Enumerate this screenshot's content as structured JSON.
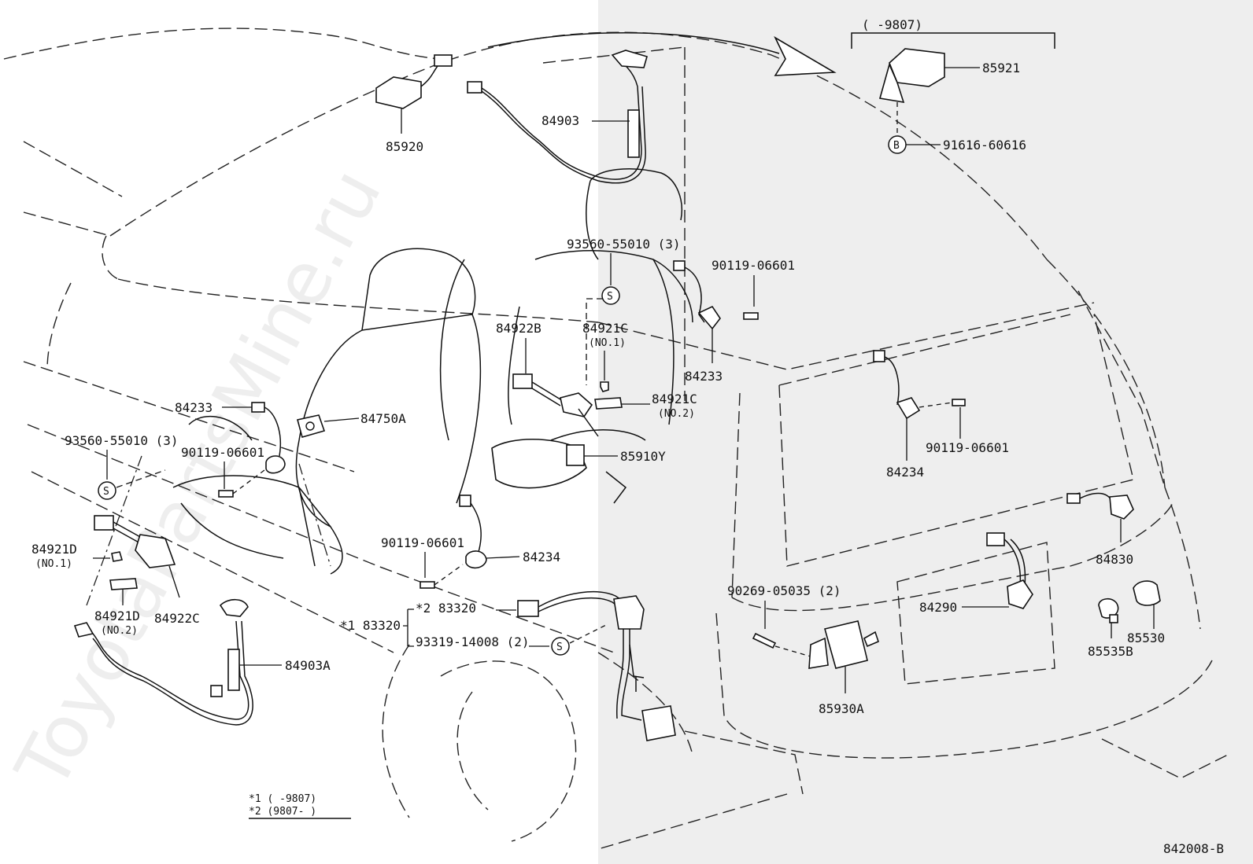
{
  "labels": {
    "p85920": "85920",
    "p84903": "84903",
    "p85921": "85921",
    "p91616": "91616-60616",
    "range_top": "(      -9807)",
    "p93560_a": "93560-55010 (3)",
    "p90119_a": "90119-06601",
    "p84922b": "84922B",
    "p84921c_1": "84921C",
    "p84921c_1_no": "(NO.1)",
    "p84921c_2": "84921C",
    "p84921c_2_no": "(NO.2)",
    "p84233_a": "84233",
    "p84233_b": "84233",
    "p84750a": "84750A",
    "p93560_b": "93560-55010 (3)",
    "p90119_b": "90119-06601",
    "p85910y": "85910Y",
    "p84234_a": "84234",
    "p90119_c": "90119-06601",
    "p84234_b": "84234",
    "p90119_d": "90119-06601",
    "p84921d_1": "84921D",
    "p84921d_1_no": "(NO.1)",
    "p84921d_2": "84921D",
    "p84921d_2_no": "(NO.2)",
    "p84922c": "84922C",
    "p83320_2": "*2 83320",
    "p83320_1": "*1 83320",
    "p93319": "93319-14008 (2)",
    "p84903a": "84903A",
    "p90269": "90269-05035 (2)",
    "p84830": "84830",
    "p84290": "84290",
    "p85930a": "85930A",
    "p85535b": "85535B",
    "p85530": "85530",
    "note1": "*1 (      -9807)",
    "note2": "*2 (9807-      )",
    "diagram_code": "842008-B",
    "marker_b": "B",
    "marker_s": "S",
    "watermark": "ToyotaPartsMine.ru"
  }
}
